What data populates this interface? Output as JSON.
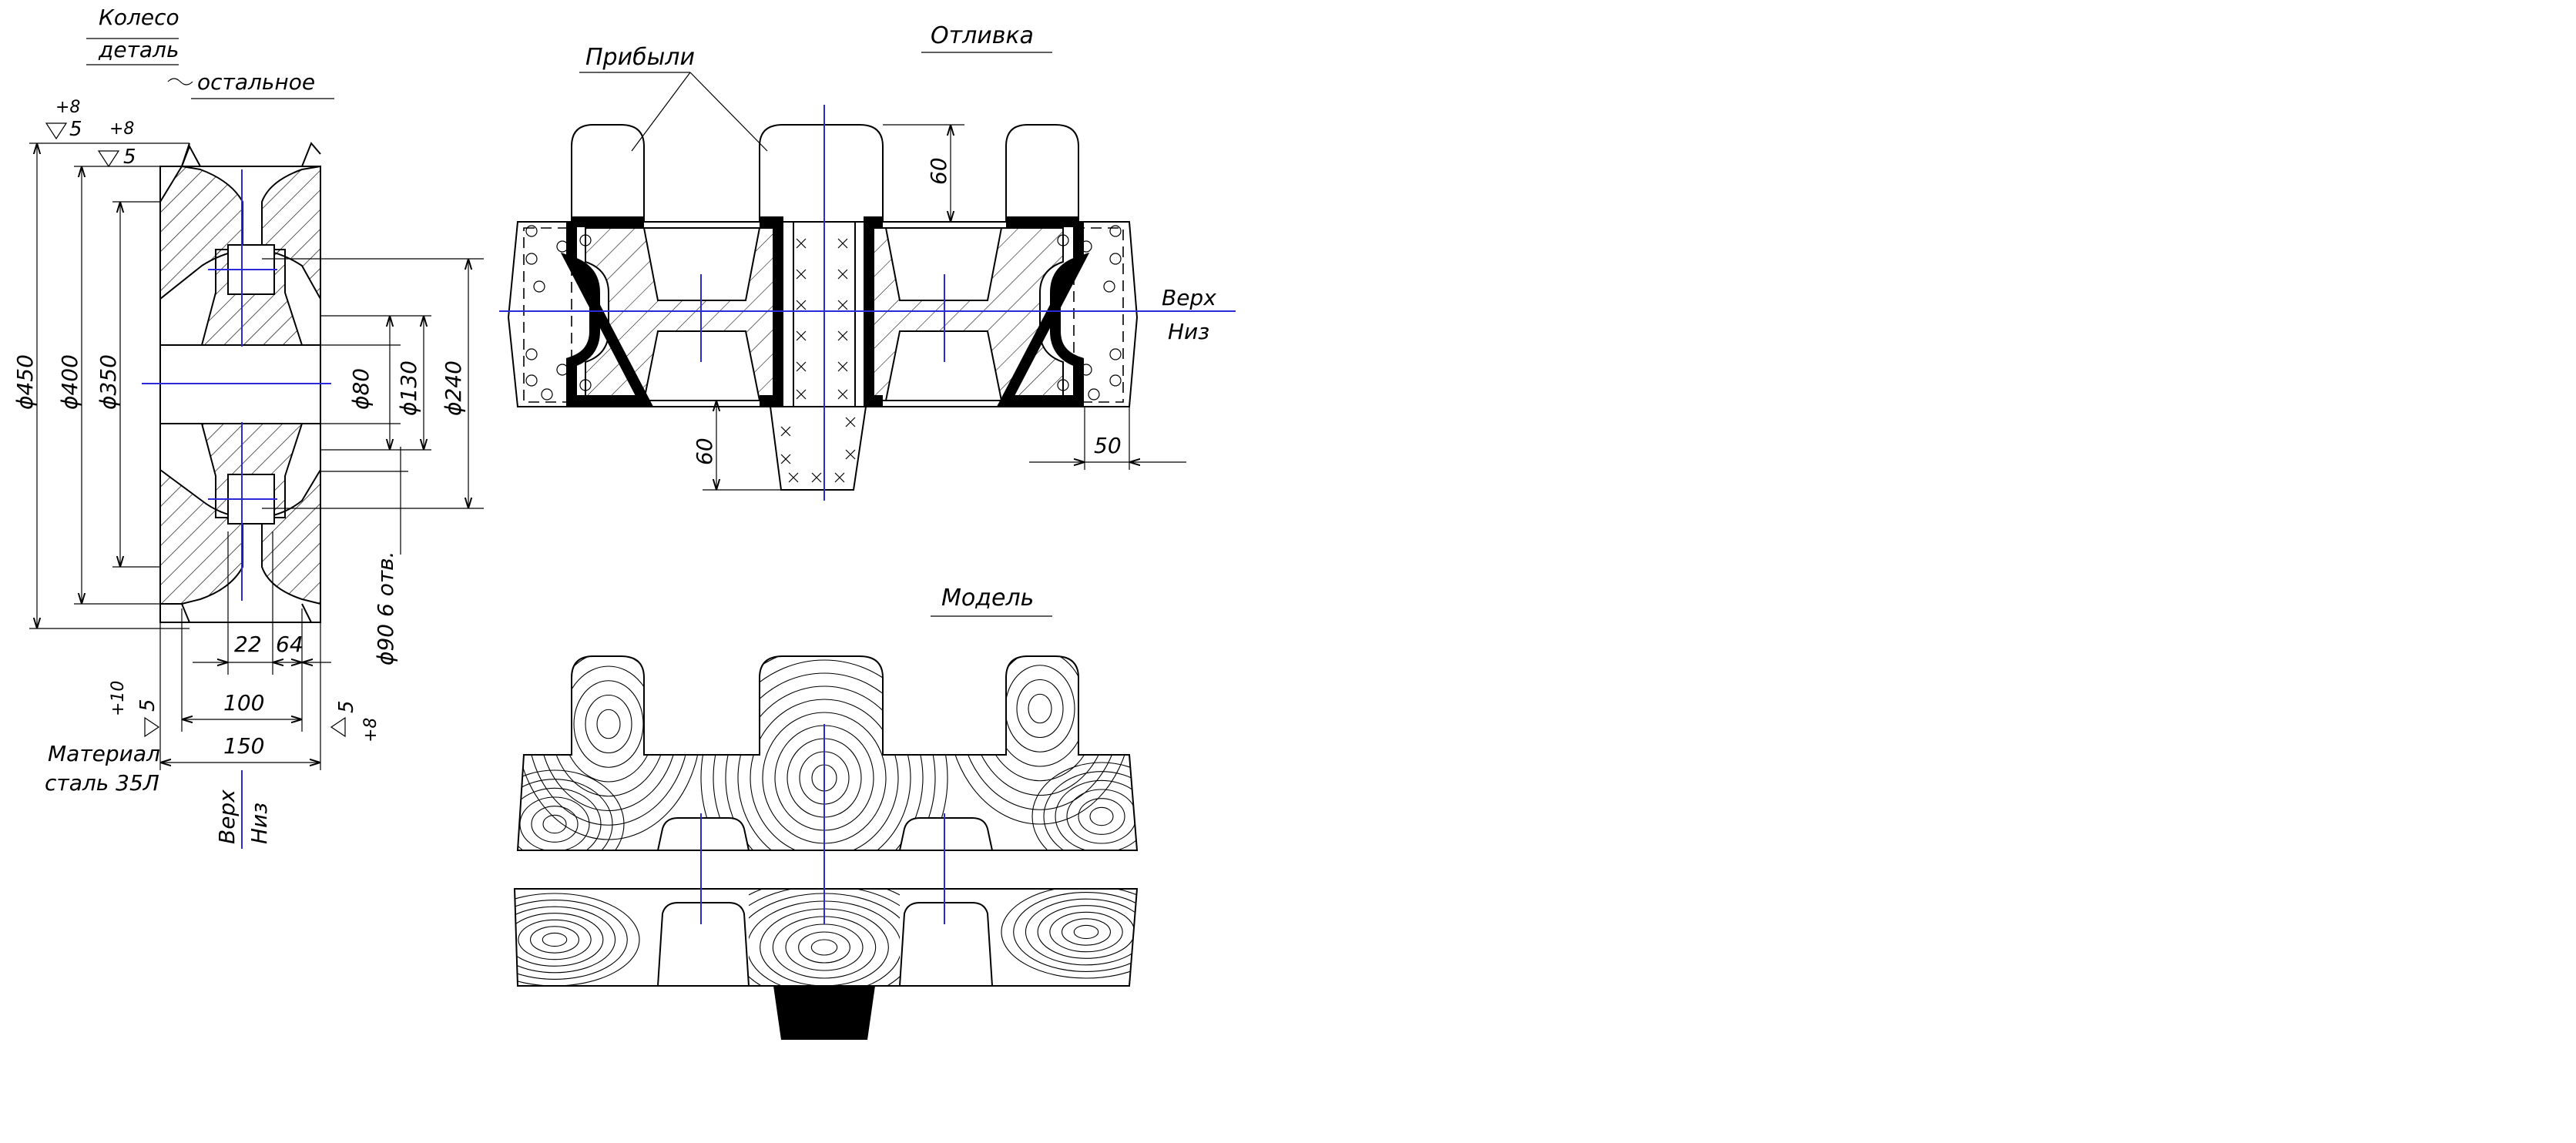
{
  "colors": {
    "lines": "#000000",
    "axis": "#2a2ad8",
    "background": "#ffffff",
    "fill_black": "#000000"
  },
  "detail": {
    "title_top": "Колесо",
    "title_bottom": "деталь",
    "rest_note": "остальное",
    "roughness_top_left": {
      "sup": "+8",
      "val": "5"
    },
    "roughness_top_mid": {
      "sup": "+8",
      "val": "5"
    },
    "roughness_bottom_left": {
      "sup": "+10",
      "val": "5"
    },
    "roughness_bottom_right": {
      "sup": "+8",
      "val": "5"
    },
    "dim_450": "ϕ450",
    "dim_400": "ϕ400",
    "dim_350": "ϕ350",
    "dim_80": "ϕ80",
    "dim_130": "ϕ130",
    "dim_240": "ϕ240",
    "dim_holes": "ϕ90 6 отв.",
    "dim_22": "22",
    "dim_64": "64",
    "dim_100": "100",
    "dim_150": "150",
    "material_line1": "Материал",
    "material_line2": "сталь 35Л",
    "verh": "Верх",
    "niz": "Низ"
  },
  "casting": {
    "title": "Отливка",
    "risers_label": "Прибыли",
    "dim_60_top": "60",
    "dim_60_bottom": "60",
    "dim_50": "50",
    "verh": "Верх",
    "niz": "Низ"
  },
  "model": {
    "title": "Модель"
  }
}
